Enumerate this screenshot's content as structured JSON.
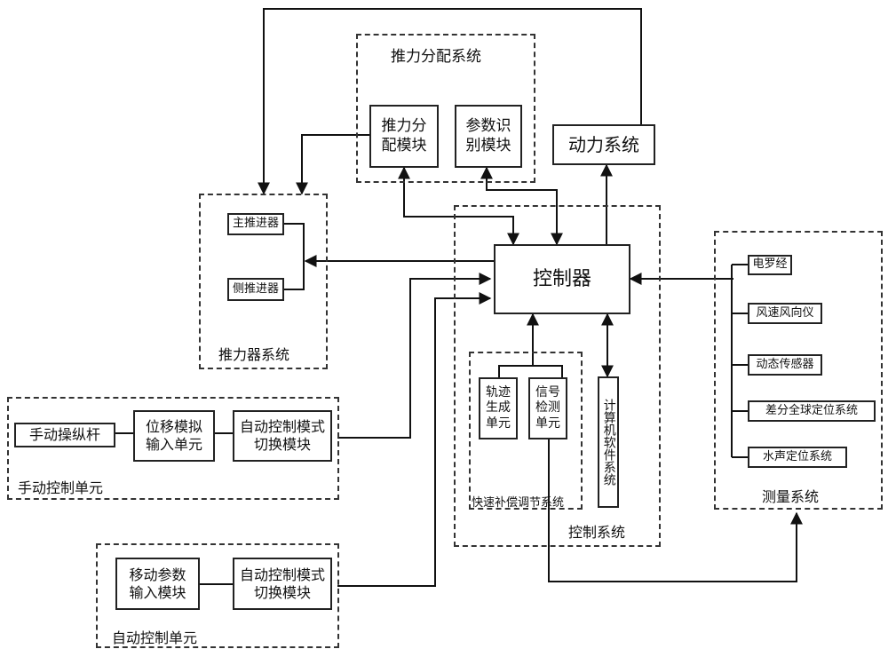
{
  "thrust_alloc": {
    "title": "推力分配系统",
    "alloc_module": "推力分配模块",
    "param_module": "参数识别模块"
  },
  "power_system": "动力系统",
  "thruster_system": {
    "title": "推力器系统",
    "main": "主推进器",
    "side": "侧推进器"
  },
  "controller": "控制器",
  "control_system": {
    "title": "控制系统",
    "fast_comp": {
      "title": "快速补偿调节系统",
      "trajectory": "轨迹生成单元",
      "signal": "信号检测单元"
    },
    "software": "计算机软件系统"
  },
  "measurement": {
    "title": "测量系统",
    "items": [
      "电罗经",
      "风速风向仪",
      "动态传感器",
      "差分全球定位系统",
      "水声定位系统"
    ]
  },
  "manual_unit": {
    "title": "手动控制单元",
    "joystick": "手动操纵杆",
    "displacement": "位移模拟输入单元",
    "switch": "自动控制模式切换模块"
  },
  "auto_unit": {
    "title": "自动控制单元",
    "param_input": "移动参数输入模块",
    "switch": "自动控制模式切换模块"
  }
}
